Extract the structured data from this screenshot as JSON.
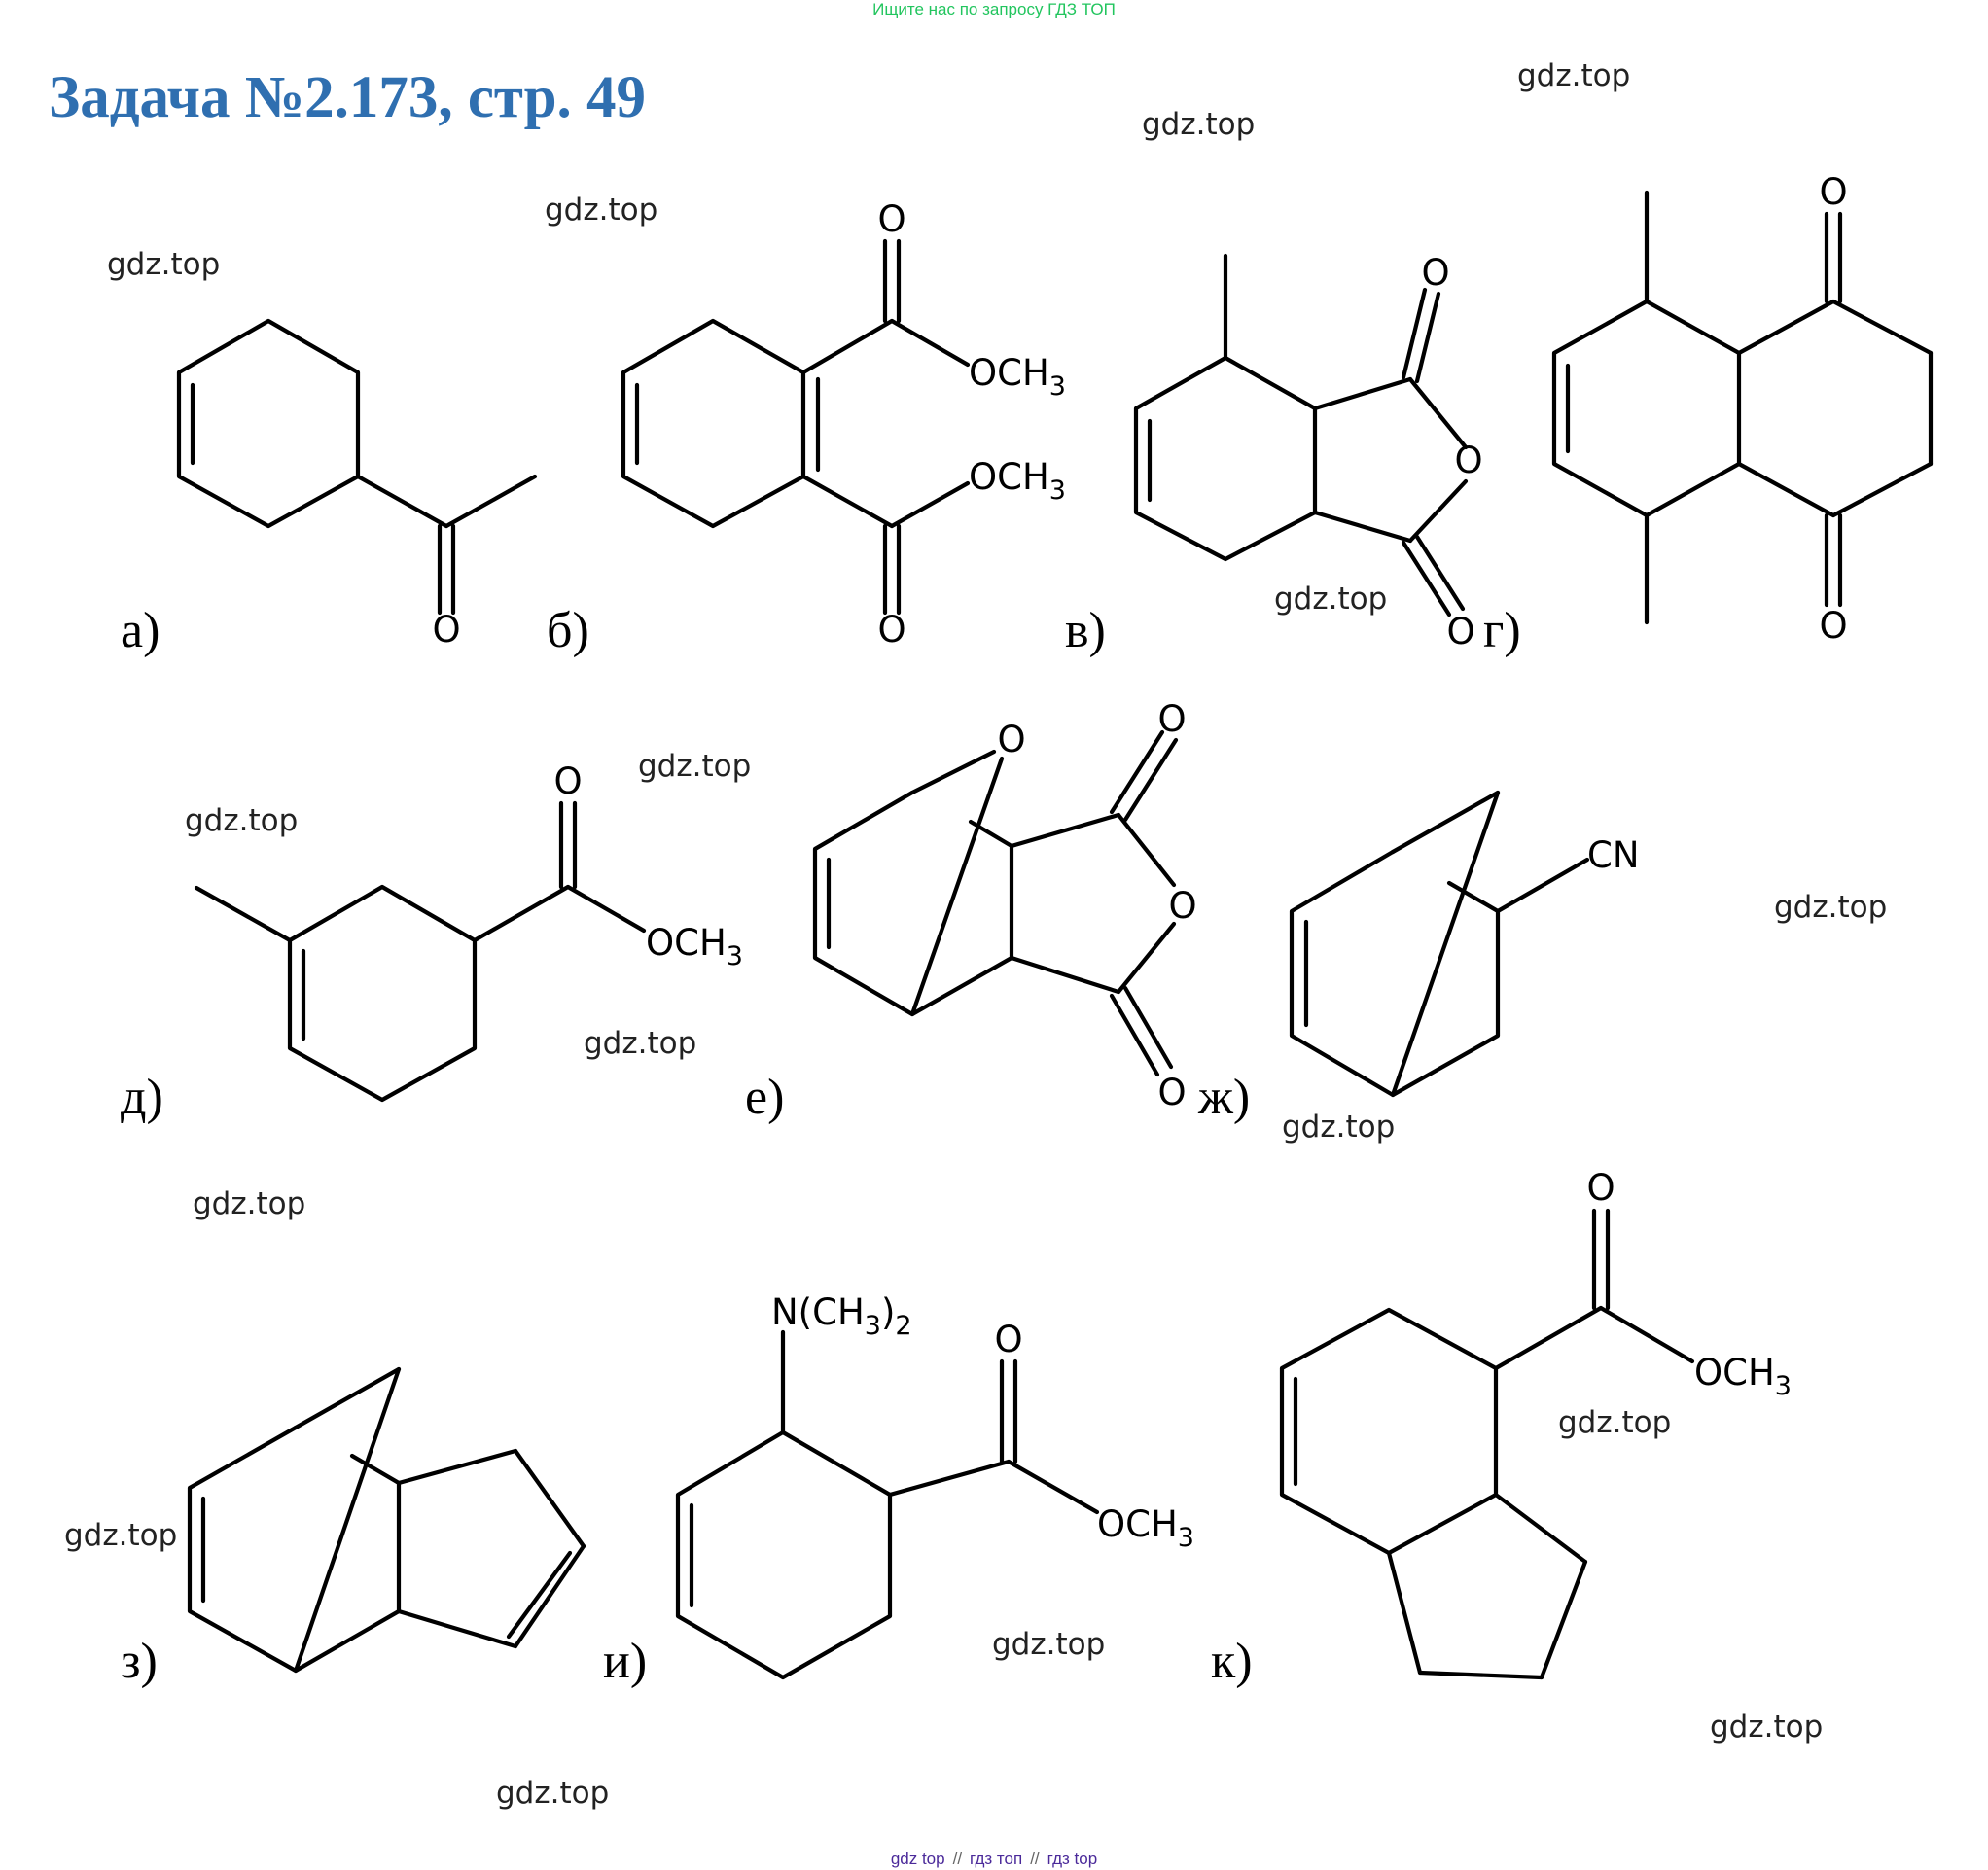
{
  "header": {
    "banner": "Ищите нас по запросу ГДЗ ТОП",
    "title": "Задача №2.173, стр. 49"
  },
  "watermark": "gdz.top",
  "footer": {
    "link1": "gdz top",
    "link2": "гдз топ",
    "link3": "гдз top",
    "separator": "//"
  },
  "atoms": {
    "o": "O",
    "cn": "CN",
    "och3": "OCH",
    "sub3": "3",
    "nme2_a": "N(CH",
    "nme2_b": ")",
    "sub2": "2"
  },
  "structures": [
    {
      "label": "а)"
    },
    {
      "label": "б)"
    },
    {
      "label": "в)"
    },
    {
      "label": "г)"
    },
    {
      "label": "д)"
    },
    {
      "label": "е)"
    },
    {
      "label": "ж)"
    },
    {
      "label": "з)"
    },
    {
      "label": "и)"
    },
    {
      "label": "к)"
    }
  ]
}
